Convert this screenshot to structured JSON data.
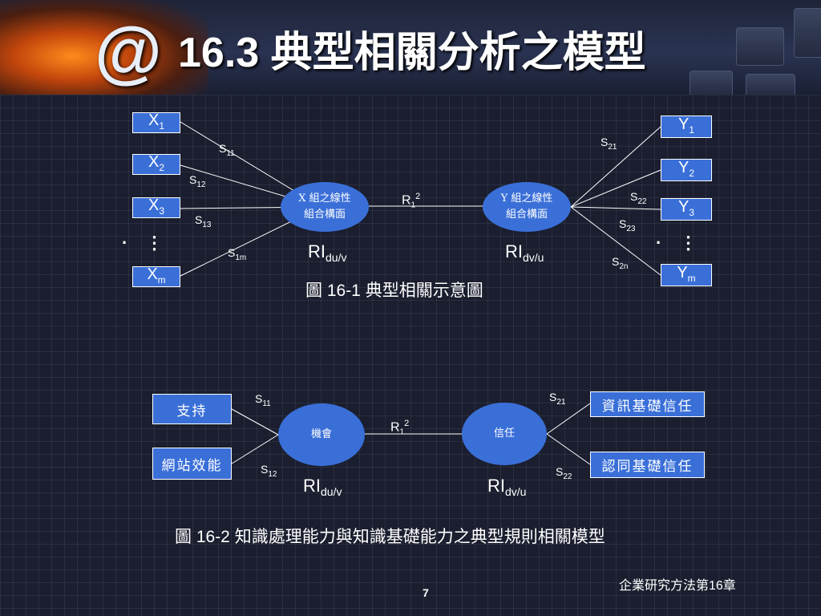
{
  "title": "16.3  典型相關分析之模型",
  "fig1": {
    "x_vars": [
      {
        "base": "X",
        "sub": "1"
      },
      {
        "base": "X",
        "sub": "2"
      },
      {
        "base": "X",
        "sub": "3"
      },
      {
        "base": "X",
        "sub": "m"
      }
    ],
    "y_vars": [
      {
        "base": "Y",
        "sub": "1"
      },
      {
        "base": "Y",
        "sub": "2"
      },
      {
        "base": "Y",
        "sub": "3"
      },
      {
        "base": "Y",
        "sub": "m"
      }
    ],
    "ellipse_left": {
      "line1": "X 組之線性",
      "line2": "組合構面"
    },
    "ellipse_right": {
      "line1": "Y 組之線性",
      "line2": "組合構面"
    },
    "s_left": [
      {
        "base": "S",
        "sub": "11"
      },
      {
        "base": "S",
        "sub": "12"
      },
      {
        "base": "S",
        "sub": "13"
      },
      {
        "base": "S",
        "sub": "1m"
      }
    ],
    "s_right": [
      {
        "base": "S",
        "sub": "21"
      },
      {
        "base": "S",
        "sub": "22"
      },
      {
        "base": "S",
        "sub": "23"
      },
      {
        "base": "S",
        "sub": "2n"
      }
    ],
    "r": {
      "base": "R",
      "sub": "1",
      "sup": "2"
    },
    "ri_left": {
      "base": "RI",
      "sub": "du/v"
    },
    "ri_right": {
      "base": "RI",
      "sub": "dv/u"
    },
    "dots": "·  ⋮",
    "caption": "圖 16-1 典型相關示意圖"
  },
  "fig2": {
    "left_boxes": [
      "支持",
      "網站效能"
    ],
    "right_boxes": [
      "資訊基礎信任",
      "認同基礎信任"
    ],
    "ellipse_left": "機會",
    "ellipse_right": "信任",
    "s_left": [
      {
        "base": "S",
        "sub": "11"
      },
      {
        "base": "S",
        "sub": "12"
      }
    ],
    "s_right": [
      {
        "base": "S",
        "sub": "21"
      },
      {
        "base": "S",
        "sub": "22"
      }
    ],
    "r": {
      "base": "R",
      "sub": "1",
      "sup": "2"
    },
    "ri_left": {
      "base": "RI",
      "sub": "du/v"
    },
    "ri_right": {
      "base": "RI",
      "sub": "dv/u"
    },
    "caption": "圖 16-2 知識處理能力與知識基礎能力之典型規則相關模型"
  },
  "footer": {
    "course": "企業研究方法第16章",
    "page": "7"
  }
}
